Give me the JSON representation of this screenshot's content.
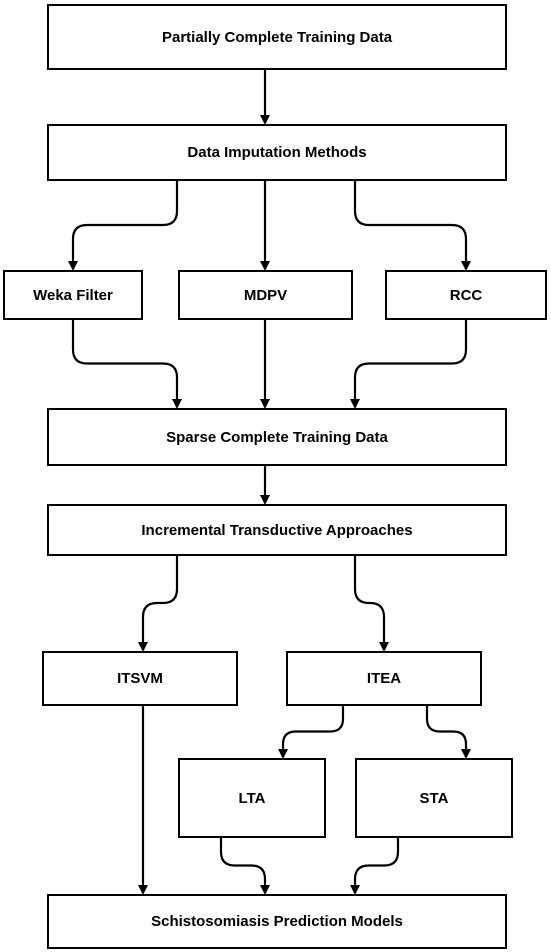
{
  "nodes": {
    "partially_complete": "Partially Complete Training Data",
    "imputation": "Data Imputation Methods",
    "weka": "Weka Filter",
    "mdpv": "MDPV",
    "rcc": "RCC",
    "sparse_complete": "Sparse Complete Training Data",
    "incremental": "Incremental Transductive Approaches",
    "itsvm": "ITSVM",
    "itea": "ITEA",
    "lta": "LTA",
    "sta": "STA",
    "prediction": "Schistosomiasis Prediction Models"
  },
  "edges": [
    {
      "from": "partially_complete",
      "to": "imputation"
    },
    {
      "from": "imputation",
      "to": "weka"
    },
    {
      "from": "imputation",
      "to": "mdpv"
    },
    {
      "from": "imputation",
      "to": "rcc"
    },
    {
      "from": "weka",
      "to": "sparse_complete"
    },
    {
      "from": "mdpv",
      "to": "sparse_complete"
    },
    {
      "from": "rcc",
      "to": "sparse_complete"
    },
    {
      "from": "sparse_complete",
      "to": "incremental"
    },
    {
      "from": "incremental",
      "to": "itsvm"
    },
    {
      "from": "incremental",
      "to": "itea"
    },
    {
      "from": "itea",
      "to": "lta"
    },
    {
      "from": "itea",
      "to": "sta"
    },
    {
      "from": "itsvm",
      "to": "prediction"
    },
    {
      "from": "lta",
      "to": "prediction"
    },
    {
      "from": "sta",
      "to": "prediction"
    }
  ],
  "colors": {
    "line": "#000000",
    "fill": "#ffffff",
    "text": "#000000"
  }
}
